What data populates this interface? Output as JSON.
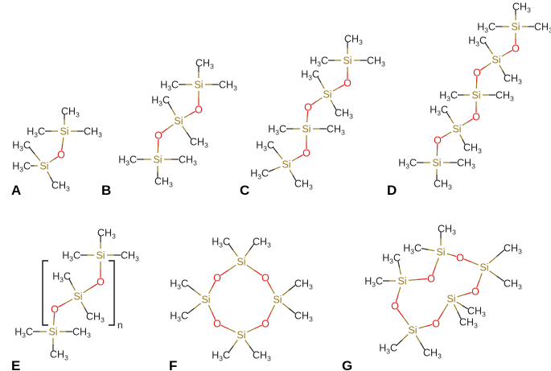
{
  "labels": {
    "silicon": "Si",
    "oxygen": "O",
    "methyl_prefix": "C",
    "methyl_h": "H",
    "methyl_sub": "3",
    "repeat_index": "n"
  },
  "panels": [
    {
      "id": "A",
      "label": "A"
    },
    {
      "id": "B",
      "label": "B"
    },
    {
      "id": "C",
      "label": "C"
    },
    {
      "id": "D",
      "label": "D"
    },
    {
      "id": "E",
      "label": "E"
    },
    {
      "id": "F",
      "label": "F"
    },
    {
      "id": "G",
      "label": "G"
    }
  ],
  "colors": {
    "silicon": "#9a7b1e",
    "oxygen": "#e0201b",
    "carbon": "#222222"
  }
}
